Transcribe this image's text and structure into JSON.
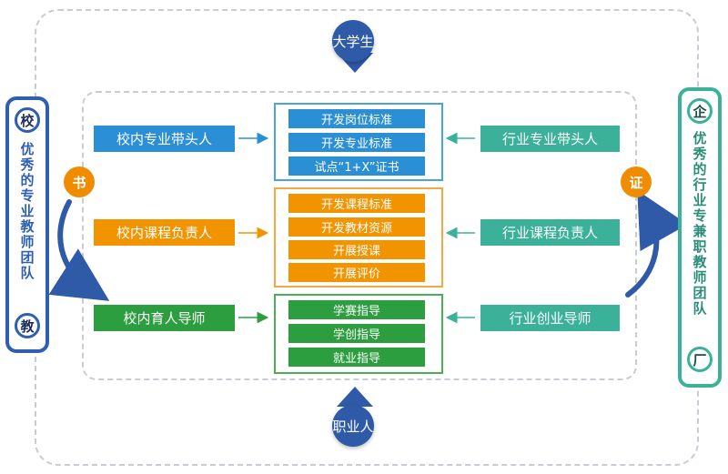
{
  "top_node": "大学生",
  "bottom_node": "职业人",
  "left_panel": {
    "top": "校",
    "bottom": "教",
    "vertical_text": "优秀的专业教师团队"
  },
  "right_panel": {
    "top": "企",
    "bottom": "厂",
    "vertical_text": "优秀的行业专兼职教师团队"
  },
  "left_circle": "书",
  "right_circle": "证",
  "rows": [
    {
      "left_label": "校内专业带头人",
      "right_label": "行业专业带头人",
      "items": [
        "开发岗位标准",
        "开发专业标准",
        "试点“1+X”证书"
      ]
    },
    {
      "left_label": "校内课程负责人",
      "right_label": "行业课程负责人",
      "items": [
        "开发课程标准",
        "开发教材资源",
        "开展授课",
        "开展评价"
      ]
    },
    {
      "left_label": "校内育人导师",
      "right_label": "行业创业导师",
      "items": [
        "学赛指导",
        "学创指导",
        "就业指导"
      ]
    }
  ],
  "colors": {
    "blue": "#2b8fd6",
    "orange": "#f29400",
    "green": "#2c9e3f",
    "teal": "#3bb19a",
    "navy": "#2f5fb3"
  }
}
